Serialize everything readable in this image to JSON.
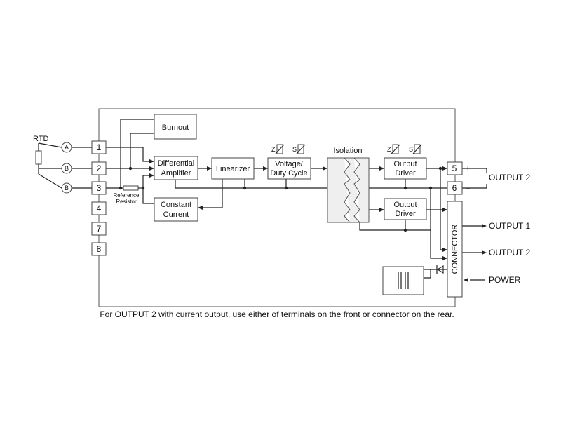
{
  "rtd_label": "RTD",
  "terminal_circles": [
    "A",
    "B",
    "B"
  ],
  "terminals": [
    "1",
    "2",
    "3",
    "4",
    "7",
    "8"
  ],
  "blocks": {
    "burnout": "Burnout",
    "diff_amp": [
      "Differential",
      "Amplifier"
    ],
    "constant_current": [
      "Constant",
      "Current"
    ],
    "linearizer": "Linearizer",
    "voltage_duty": [
      "Voltage/",
      "Duty Cycle"
    ],
    "output_driver": [
      "Output",
      "Driver"
    ],
    "connector": "CONNECTOR"
  },
  "ref_resistor": [
    "Reference",
    "Resistor"
  ],
  "isolation": "Isolation",
  "z_label": "Z",
  "s_label": "S",
  "right_terminals": [
    "5",
    "6"
  ],
  "plus_sign": "+",
  "minus_sign": "–",
  "outputs": {
    "output2_front": "OUTPUT 2",
    "output1": "OUTPUT 1",
    "output2_rear": "OUTPUT 2",
    "power": "POWER"
  },
  "caption": "For OUTPUT 2 with current output, use either of terminals on the front or connector on the rear."
}
